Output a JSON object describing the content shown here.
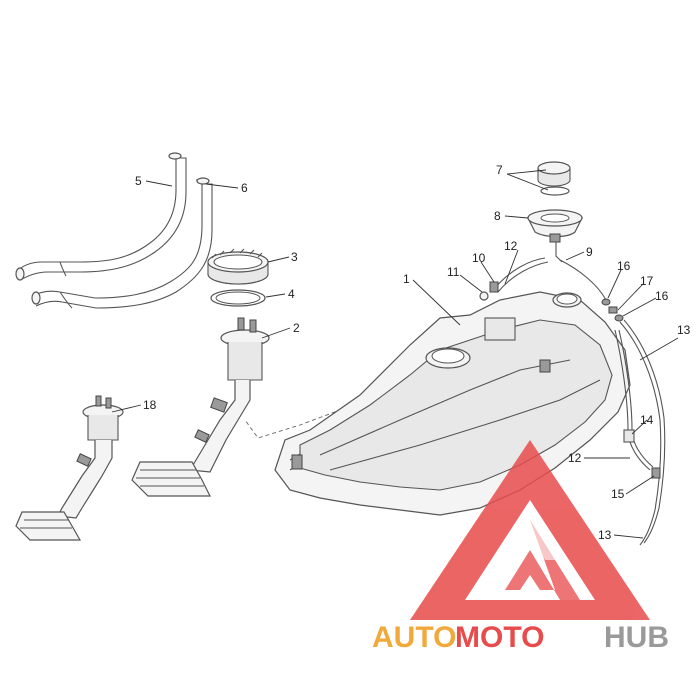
{
  "diagram": {
    "callouts": {
      "c1": "1",
      "c2": "2",
      "c3": "3",
      "c4": "4",
      "c5": "5",
      "c6": "6",
      "c7": "7",
      "c8": "8",
      "c9": "9",
      "c10": "10",
      "c11": "11",
      "c12a": "12",
      "c12b": "12",
      "c13a": "13",
      "c13b": "13",
      "c14": "14",
      "c15": "15",
      "c16a": "16",
      "c16b": "16",
      "c17": "17",
      "c18": "18"
    }
  },
  "watermark": {
    "part1": "AUTO",
    "part2": "MOTO",
    "part3": "HUB",
    "colors": {
      "orange": "#f2a93b",
      "red": "#e84b4b",
      "gray": "#9a9a9a"
    }
  }
}
